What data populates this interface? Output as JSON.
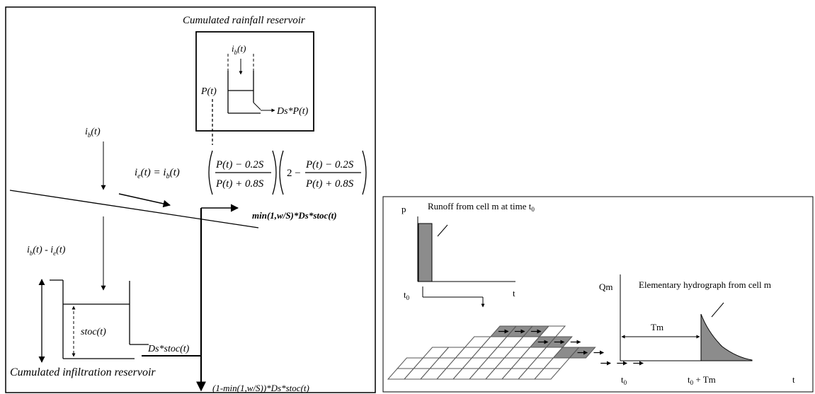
{
  "left_diagram": {
    "rain_reservoir_title": "Cumulated rainfall reservoir",
    "ib_top": "i",
    "ib_top_sub": "b",
    "ib_top_arg": "(t)",
    "p_t": "P(t)",
    "ds_p": "Ds*P(t)",
    "ib_left": "i",
    "ib_left_sub": "b",
    "ib_left_arg": "(t)",
    "eq_lhs_i": "i",
    "eq_lhs_sub": "e",
    "eq_lhs_rest": "(t) = i",
    "eq_lhs_sub2": "b",
    "eq_lhs_rest2": "(t)",
    "frac1_num": "P(t) − 0.2S",
    "frac1_den": "P(t) + 0.8S",
    "two_minus": "2 −",
    "frac2_num": "P(t) − 0.2S",
    "frac2_den": "P(t) + 0.8S",
    "runoff_label": "min(1,w/S)*Ds*stoc(t)",
    "ib_minus_ie": "i",
    "ib_minus_ie_sub": "b",
    "ib_minus_ie_mid": "(t) - i",
    "ib_minus_ie_sub2": "e",
    "ib_minus_ie_end": "(t)",
    "stoc": "stoc(t)",
    "ds_stoc": "Ds*stoc(t)",
    "infiltration_title": "Cumulated infiltration reservoir",
    "bottom_label": "(1-min(1,w/S))*Ds*stoc(t)"
  },
  "right_diagram": {
    "p_axis": "p",
    "runoff_caption": "Runoff from cell m at time t",
    "runoff_caption_sub": "0",
    "t0_top": "t",
    "t0_top_sub": "0",
    "t_top": "t",
    "qm_axis": "Qm",
    "hydro_caption": "Elementary hydrograph from cell m",
    "tm_label": "Tm",
    "t0_bottom": "t",
    "t0_bottom_sub": "0",
    "t0_tm": "t",
    "t0_tm_sub": "0",
    "t0_tm_rest": " + Tm",
    "t_bottom": "t"
  },
  "colors": {
    "ink": "#000000",
    "fill_gray": "#8c8c8c",
    "grid_line": "#555555"
  }
}
